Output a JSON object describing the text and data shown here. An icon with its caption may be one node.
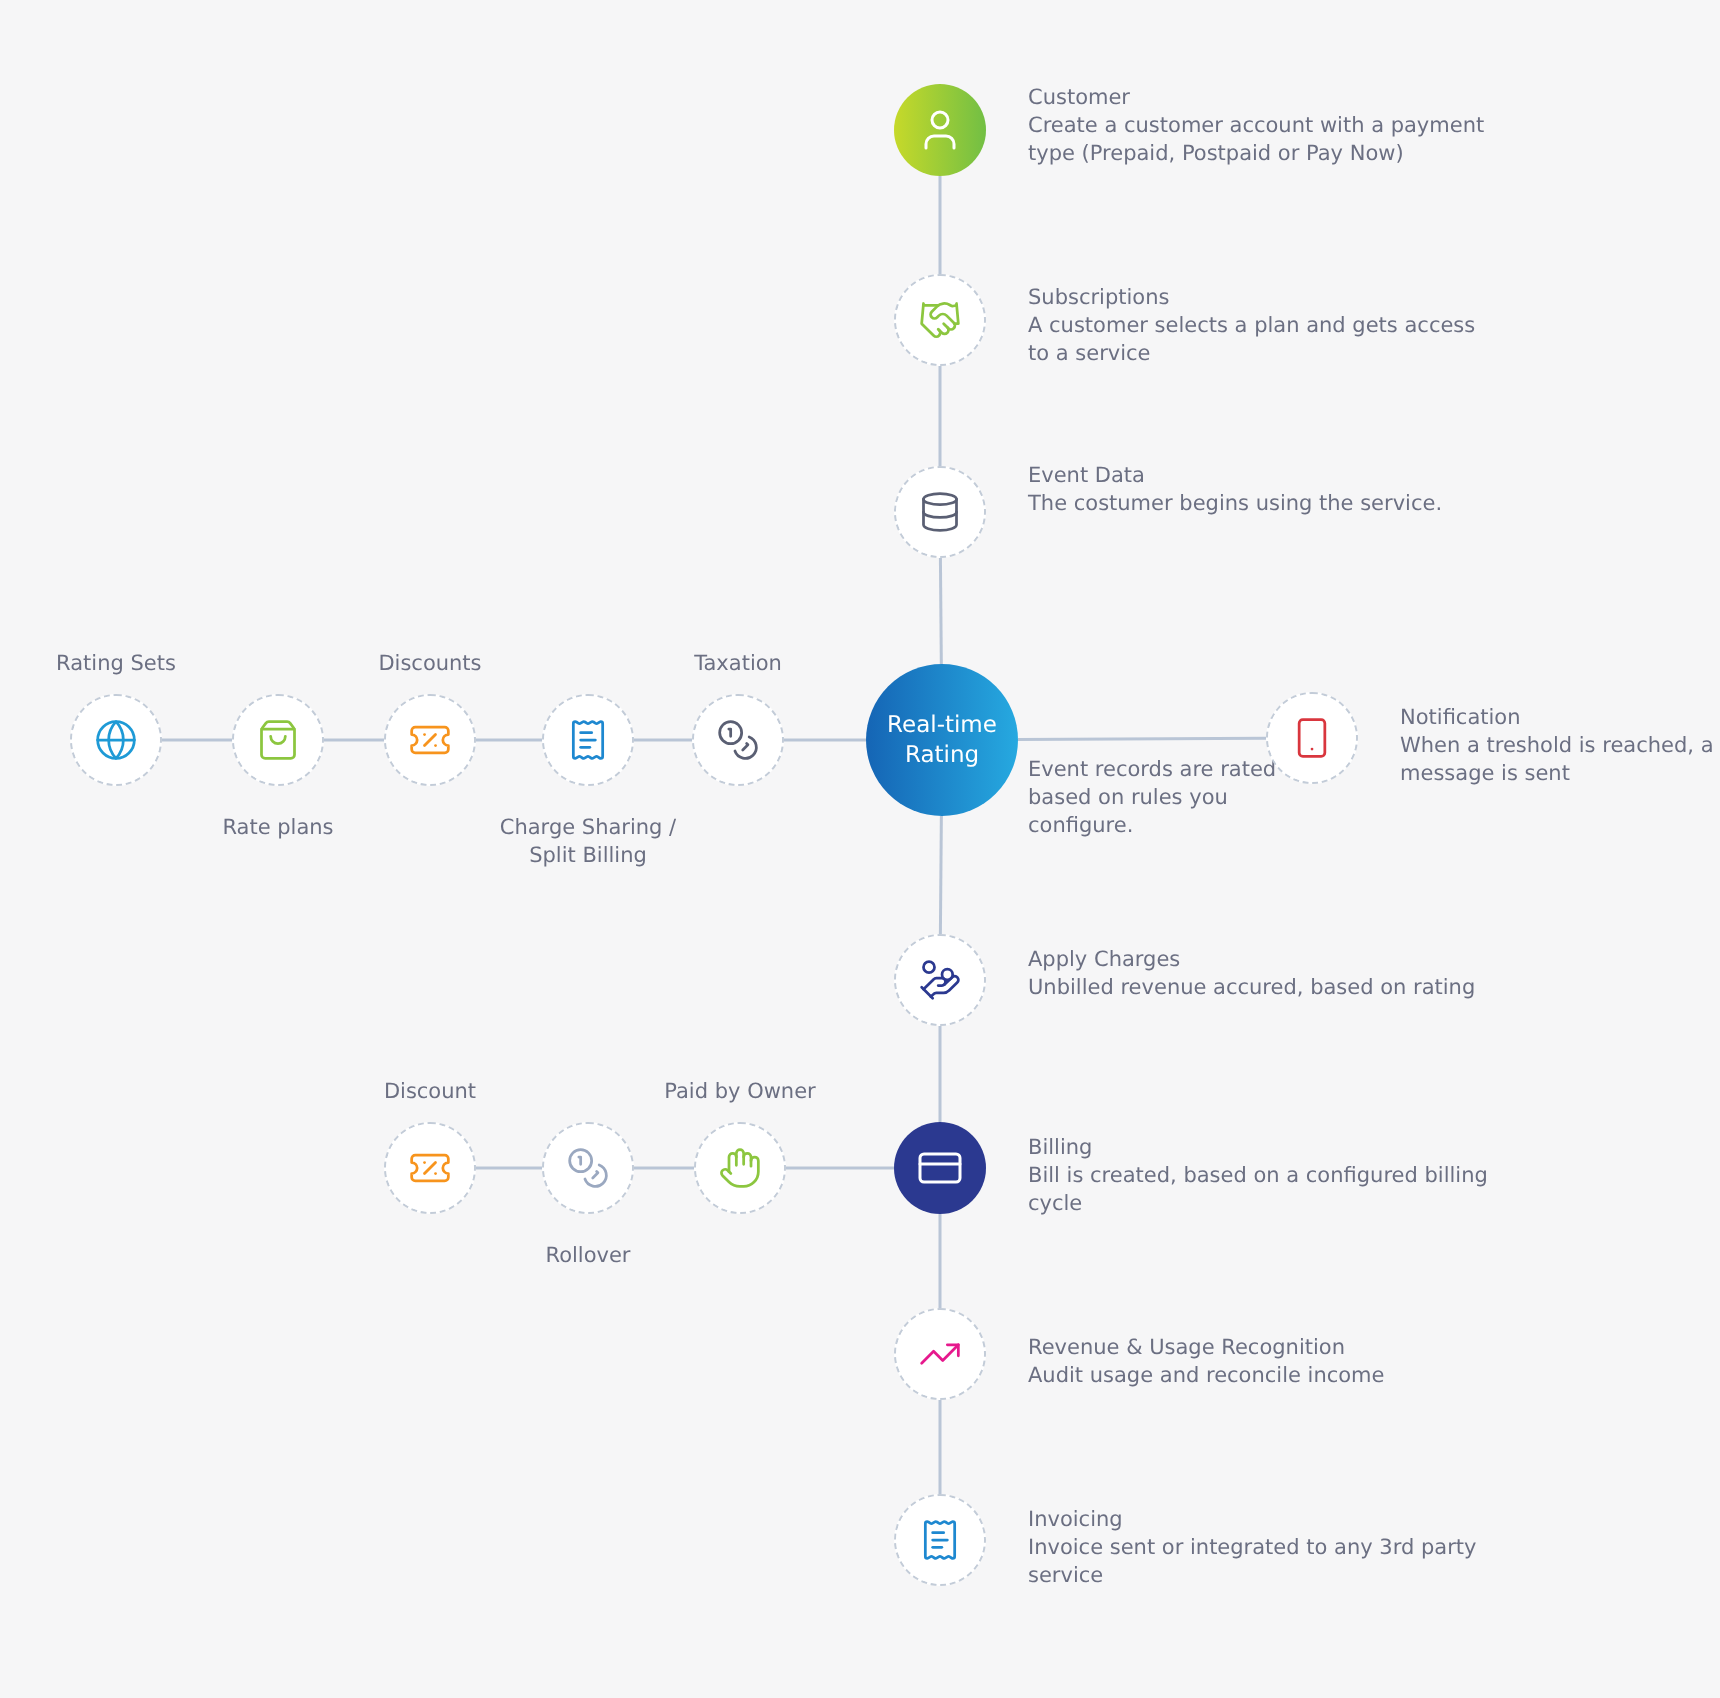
{
  "diagram": {
    "nodes": [
      {
        "text": [
          "Customer",
          "Create a customer account with a payment type (Prepaid, Postpaid or Pay Now)"
        ]
      },
      {
        "text": [
          "Subscriptions",
          "A customer selects a plan and gets access to a service"
        ]
      },
      {
        "text": [
          "Event Data",
          "The costumer begins using the service."
        ]
      },
      {
        "text": [
          "Real-time Rating"
        ],
        "beside": [
          "Event records are rated based on rules you configure."
        ]
      },
      {
        "text": [
          "Notification",
          "When a treshold is reached, a message is sent"
        ]
      },
      {
        "text": [
          "Taxation"
        ]
      },
      {
        "text": [
          "Charge Sharing / Split Billing"
        ]
      },
      {
        "text": [
          "Discounts"
        ]
      },
      {
        "text": [
          "Rate plans"
        ]
      },
      {
        "text": [
          "Rating Sets"
        ]
      },
      {
        "text": [
          "Apply Charges",
          "Unbilled revenue accured, based on rating"
        ]
      },
      {
        "text": [
          "Billing",
          "Bill is created, based on a configured billing cycle"
        ]
      },
      {
        "text": [
          "Paid by Owner"
        ]
      },
      {
        "text": [
          "Rollover"
        ]
      },
      {
        "text": [
          "Discount"
        ]
      },
      {
        "text": [
          "Revenue & Usage Recognition",
          "Audit usage and reconcile income"
        ]
      },
      {
        "text": [
          "Invoicing",
          "Invoice sent or integrated to any 3rd party service"
        ]
      }
    ],
    "edges": [
      {
        "from": 0,
        "to": 1,
        "arrow": "none"
      },
      {
        "from": 1,
        "to": 2,
        "arrow": "none"
      },
      {
        "from": 2,
        "to": 3,
        "arrow": "none"
      },
      {
        "from": 3,
        "to": 4,
        "arrow": "none"
      },
      {
        "from": 3,
        "to": 5,
        "arrow": "none"
      },
      {
        "from": 5,
        "to": 6,
        "arrow": "none"
      },
      {
        "from": 6,
        "to": 7,
        "arrow": "none"
      },
      {
        "from": 7,
        "to": 8,
        "arrow": "none"
      },
      {
        "from": 8,
        "to": 9,
        "arrow": "none"
      },
      {
        "from": 3,
        "to": 10,
        "arrow": "none"
      },
      {
        "from": 10,
        "to": 11,
        "arrow": "none"
      },
      {
        "from": 11,
        "to": 12,
        "arrow": "none"
      },
      {
        "from": 12,
        "to": 13,
        "arrow": "none"
      },
      {
        "from": 13,
        "to": 14,
        "arrow": "none"
      },
      {
        "from": 11,
        "to": 15,
        "arrow": "none"
      },
      {
        "from": 15,
        "to": 16,
        "arrow": "none"
      }
    ]
  }
}
